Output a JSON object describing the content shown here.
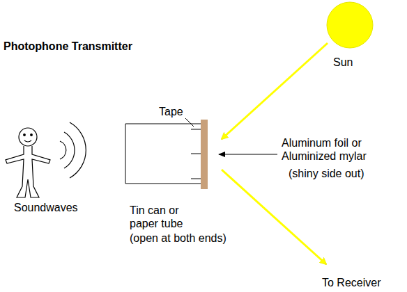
{
  "diagram": {
    "title": "Photophone Transmitter",
    "labels": [
      "Sun",
      "Tape",
      "Aluminum foil or Aluminized mylar",
      "(shiny side out)",
      "Soundwaves",
      "Tin can or paper tube",
      "(open at both ends)",
      "To Receiver"
    ]
  }
}
